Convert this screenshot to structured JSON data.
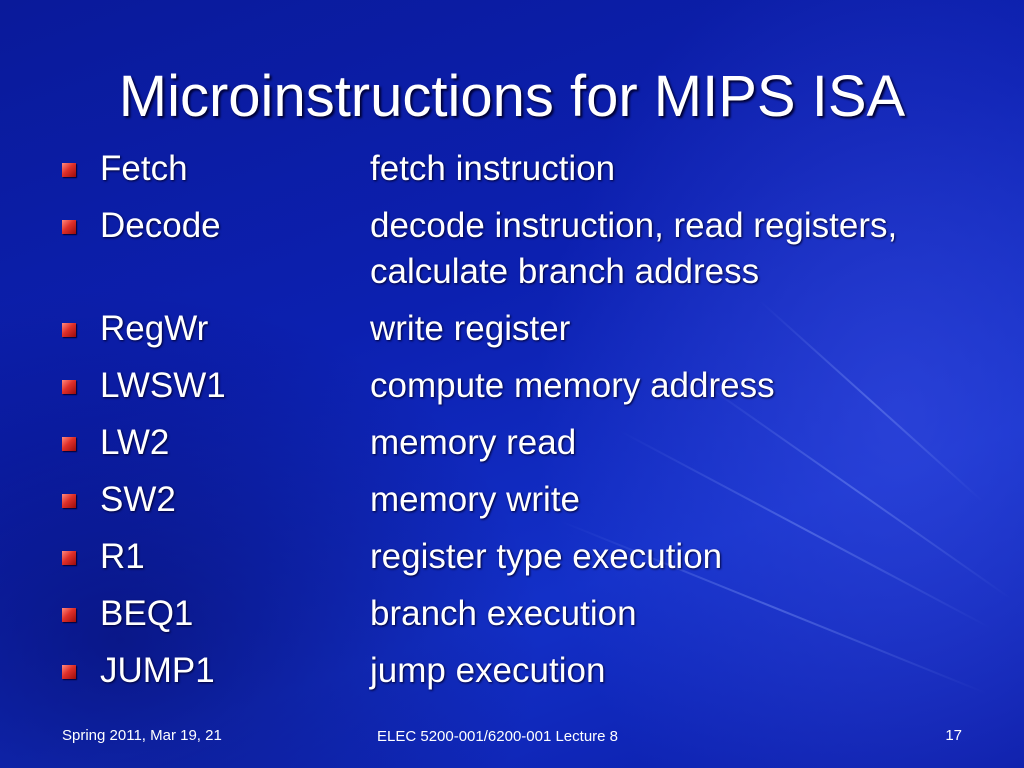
{
  "slide": {
    "title": "Microinstructions for MIPS ISA",
    "items": [
      {
        "term": "Fetch",
        "description": "fetch instruction"
      },
      {
        "term": "Decode",
        "description": "decode instruction, read registers, calculate branch address"
      },
      {
        "term": "RegWr",
        "description": "write register"
      },
      {
        "term": "LWSW1",
        "description": "compute memory address"
      },
      {
        "term": "LW2",
        "description": "memory read"
      },
      {
        "term": "SW2",
        "description": "memory write"
      },
      {
        "term": "R1",
        "description": "register type execution"
      },
      {
        "term": "BEQ1",
        "description": "branch execution"
      },
      {
        "term": "JUMP1",
        "description": "jump execution"
      }
    ],
    "bullet_icon": "square-bullet-icon",
    "colors": {
      "background": "#0c20b0",
      "text": "#ffffff",
      "bullet": "#e0302a"
    }
  },
  "footer": {
    "date": "Spring 2011, Mar 19, 21",
    "course": "ELEC 5200-001/6200-001 Lecture 8",
    "page_number": "17"
  }
}
